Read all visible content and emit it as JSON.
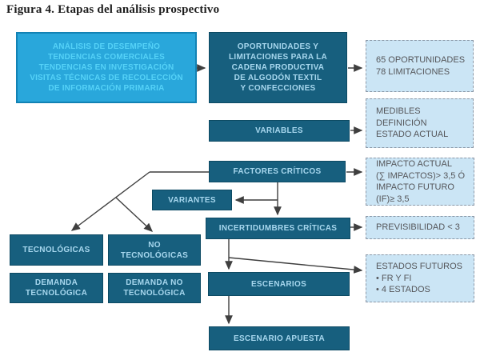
{
  "figure": {
    "title": "Figura 4. Etapas del análisis prospectivo"
  },
  "colors": {
    "light_box_bg": "#29a7db",
    "light_box_text": "#55d2f8",
    "dark_box_bg": "#175f7e",
    "dark_box_text": "#a7d7ee",
    "dashed_box_bg": "#cbe5f5",
    "dashed_box_border": "#8b98a7",
    "dashed_box_text": "#55565a",
    "arrow": "#3f3f3f"
  },
  "nodes": {
    "analisis": {
      "label": "ANÁLISIS DE DESEMPEÑO\nTENDENCIAS COMERCIALES\nTENDENCIAS EN INVESTIGACIÓN\nVISITAS TÉCNICAS DE RECOLECCIÓN\nDE INFORMACIÓN PRIMARIA"
    },
    "oportunidades": {
      "label": "OPORTUNIDADES Y\nLIMITACIONES PARA LA\nCADENA PRODUCTIVA\nDE ALGODÓN TEXTIL\nY CONFECCIONES"
    },
    "resultado_oportunidades": {
      "label": "65 OPORTUNIDADES\n78 LIMITACIONES"
    },
    "variables": {
      "label": "VARIABLES"
    },
    "resultado_variables": {
      "label": "MEDIBLES\nDEFINICIÓN\nESTADO ACTUAL"
    },
    "factores_criticos": {
      "label": "FACTORES CRÍTICOS"
    },
    "resultado_factores": {
      "label": "IMPACTO ACTUAL\n(∑ IMPACTOS)> 3,5 Ó\nIMPACTO FUTURO\n(IF)≥ 3,5"
    },
    "variantes": {
      "label": "VARIANTES"
    },
    "incertidumbres": {
      "label": "INCERTIDUMBRES CRÍTICAS"
    },
    "resultado_incertidumbres": {
      "label": "PREVISIBILIDAD < 3"
    },
    "tecnologicas": {
      "label": "TECNOLÓGICAS"
    },
    "no_tecnologicas": {
      "label": "NO\nTECNOLÓGICAS"
    },
    "demanda_tecnologica": {
      "label": "DEMANDA\nTECNOLÓGICA"
    },
    "demanda_no_tecnologica": {
      "label": "DEMANDA NO\nTECNOLÓGICA"
    },
    "escenarios": {
      "label": "ESCENARIOS"
    },
    "resultado_escenarios": {
      "label": "ESTADOS FUTUROS\n• FR Y FI\n• 4 ESTADOS"
    },
    "escenario_apuesta": {
      "label": "ESCENARIO APUESTA"
    }
  }
}
